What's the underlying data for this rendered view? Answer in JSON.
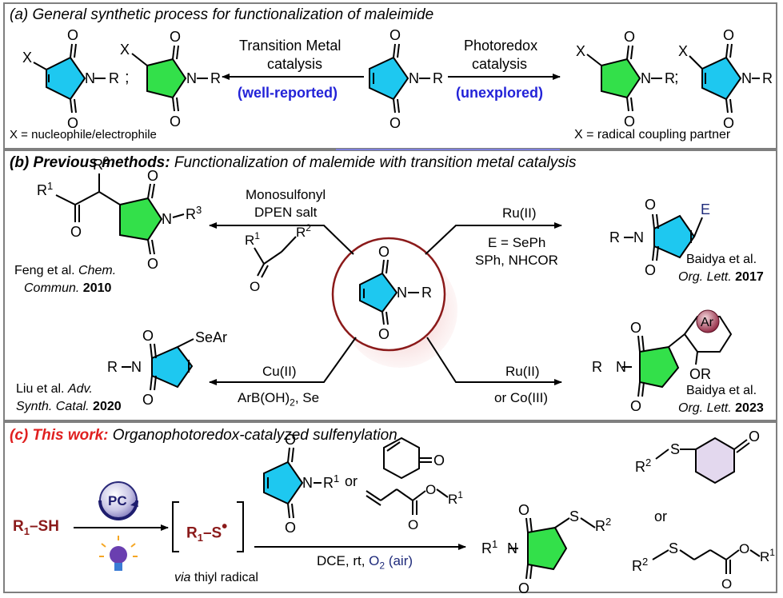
{
  "panel_a": {
    "header": "(a) General synthetic process for functionalization of maleimide",
    "left_arrow_line1": "Transition Metal",
    "left_arrow_line2": "catalysis",
    "left_arrow_note": "(well-reported)",
    "right_arrow_line1": "Photoredox",
    "right_arrow_line2": "catalysis",
    "right_arrow_note": "(unexplored)",
    "left_caption": "X = nucleophile/electrophile",
    "right_caption": "X = radical coupling partner",
    "sep": ";"
  },
  "panel_b": {
    "header_bold": "(b) Previous methods:",
    "header_rest": " Functionalization of malemide with transition metal catalysis",
    "tl_reagent_line1": "Monosulfonyl",
    "tl_reagent_line2": "DPEN salt",
    "tl_ref_line1_a": "Feng et al. ",
    "tl_ref_line1_b": "Chem.",
    "tl_ref_line2_a": "Commun.",
    "tl_ref_line2_b": " 2010",
    "tr_reagent_line1": "Ru(II)",
    "tr_reagent_line2": "E = SePh",
    "tr_reagent_line3": "SPh, NHCOR",
    "tr_ref_line1": "Baidya et al.",
    "tr_ref_line2_a": "Org. Lett.",
    "tr_ref_line2_b": " 2017",
    "bl_reagent_line1": "Cu(II)",
    "bl_reagent_line2": "ArB(OH)2, Se",
    "bl_ref_line1_a": "Liu et al. ",
    "bl_ref_line1_b": "Adv.",
    "bl_ref_line2_a": "Synth. Catal.",
    "bl_ref_line2_b": " 2020",
    "br_reagent_line1": "Ru(II)",
    "br_reagent_line2": "or Co(III)",
    "br_ref_line1": "Baidya et al.",
    "br_ref_line2_a": "Org. Lett.",
    "br_ref_line2_b": " 2023"
  },
  "panel_c": {
    "header_red": "(c) This work:",
    "header_rest": " Organophotoredox-catalyzed sulfenylation",
    "substrate": "R1–SH",
    "catalyst": "PC",
    "radical": "R1–S",
    "via_italic": "via",
    "via_rest": " thiyl radical",
    "or1": "or",
    "or2": "or",
    "conditions_a": "DCE, rt, ",
    "conditions_b": "O2 (air)"
  },
  "colors": {
    "cyan": "#1ec8f0",
    "green": "#33e04a",
    "lavender": "#e3d8ee",
    "maroon": "#8b1a1a",
    "navy": "#1e2a7a",
    "blue_note": "#2323d8",
    "red_title": "#e02020"
  }
}
